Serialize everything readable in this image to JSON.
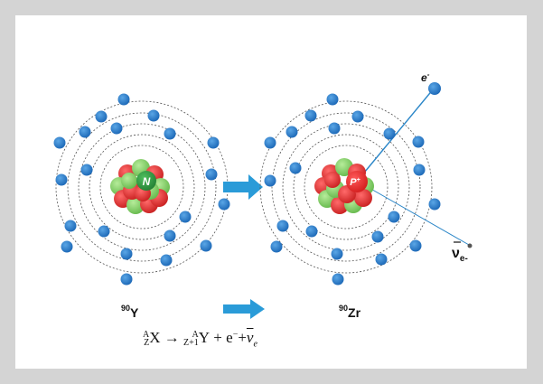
{
  "colors": {
    "background": "#d4d4d4",
    "panel": "#ffffff",
    "electron": "#1a72c2",
    "proton": "#e32a2a",
    "neutron_light": "#7fcf5f",
    "neutron_dark": "#2e9a3f",
    "arrow": "#2a9bd8",
    "orbit": "#555555"
  },
  "left_atom": {
    "nucleon_label": "N",
    "isotope": {
      "mass": "90",
      "symbol": "Y"
    }
  },
  "right_atom": {
    "nucleon_label": "P",
    "nucleon_sup": "+",
    "isotope": {
      "mass": "90",
      "symbol": "Zr"
    }
  },
  "emitted": {
    "electron_label": "e",
    "electron_sup": "-",
    "antineutrino_symbol": "ν",
    "antineutrino_sub": "e-"
  },
  "equation": {
    "parent_A": "A",
    "parent_Z": "Z",
    "parent": "X",
    "arrow": "→",
    "daughter_A": "A",
    "daughter_Z": "Z+1",
    "daughter": "Y",
    "plus1": "+",
    "electron": "e",
    "electron_sup": "−",
    "plus2": "+",
    "neutrino": "ν",
    "neutrino_sub": "e"
  }
}
